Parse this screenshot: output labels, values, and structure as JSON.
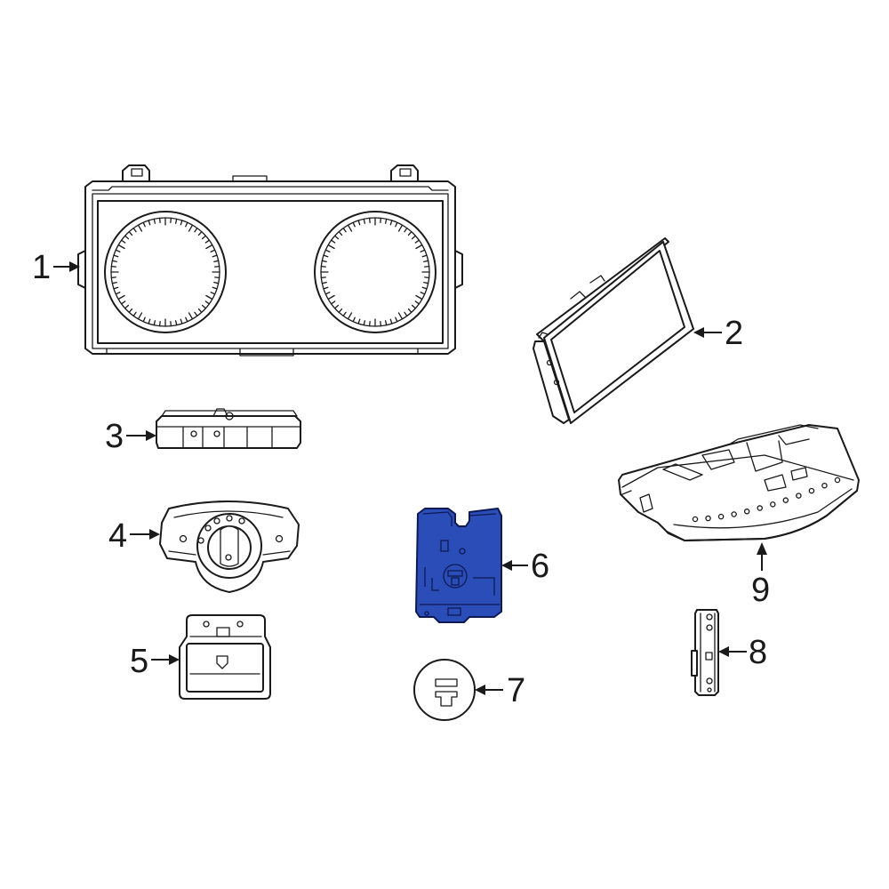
{
  "colors": {
    "highlight": "#2b4db8",
    "line": "#1a1a1a",
    "background": "#ffffff"
  },
  "highlighted_part": "6",
  "callouts": [
    {
      "id": "instrument-cluster",
      "label": "1"
    },
    {
      "id": "display-screen",
      "label": "2"
    },
    {
      "id": "switch-panel",
      "label": "3"
    },
    {
      "id": "headlamp-switch",
      "label": "4"
    },
    {
      "id": "small-switch",
      "label": "5"
    },
    {
      "id": "control-module",
      "label": "6"
    },
    {
      "id": "round-cap",
      "label": "7"
    },
    {
      "id": "bracket",
      "label": "8"
    },
    {
      "id": "climate-control-panel",
      "label": "9"
    }
  ]
}
